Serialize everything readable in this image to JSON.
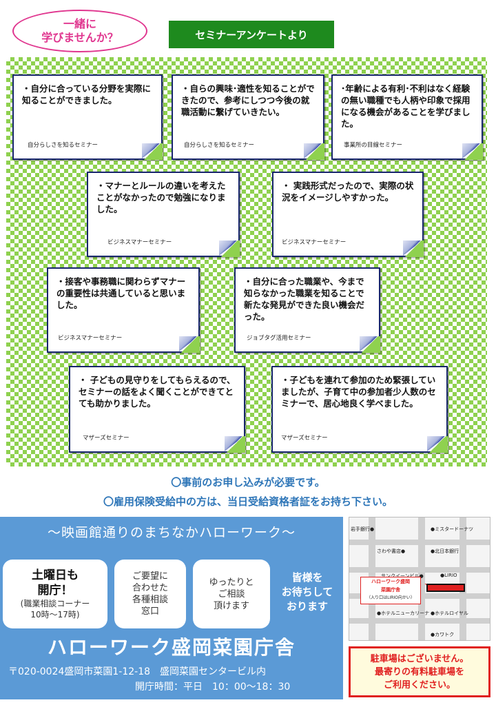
{
  "header": {
    "bubble_line1": "一緒に",
    "bubble_line2": "学びませんか？",
    "banner": "セミナーアンケートより"
  },
  "cards": [
    {
      "text": "・自分に合っている分野を実際に知ることができました。",
      "source": "自分らしさを知るセミナー"
    },
    {
      "text": "・自らの興味･適性を知ることができたので、参考にしつつ今後の就職活動に繋げていきたい。",
      "source": "自分らしさを知るセミナー"
    },
    {
      "text": "･年齢による有利･不利はなく経験の無い職種でも人柄や印象で採用になる機会があることを学びました。",
      "source": "事業所の目線セミナー"
    },
    {
      "text": "・マナーとルールの違いを考えたことがなかったので勉強になりました。",
      "source": "ビジネスマナーセミナー"
    },
    {
      "text": "・ 実践形式だったので、実際の状況をイメージしやすかった。",
      "source": "ビジネスマナーセミナー"
    },
    {
      "text": "・接客や事務職に関わらずマナーの重要性は共通していると思いました。",
      "source": "ビジネスマナーセミナー"
    },
    {
      "text": "・自分に合った職業や、今まで知らなかった職業を知ることで新たな発見ができた良い機会だった。",
      "source": "ジョブタグ活用セミナー"
    },
    {
      "text": "・ 子どもの見守りをしてもらえるので、セミナーの話をよく聞くことができてとても助かりました。",
      "source": "マザーズセミナー"
    },
    {
      "text": "・子どもを連れて参加のため緊張していましたが、子育て中の参加者少人数のセミナーで、居心地良く学べました。",
      "source": "マザーズセミナー"
    }
  ],
  "notices": {
    "line1": "〇事前のお申し込みが必要です。",
    "line2": "〇雇用保険受給中の方は、当日受給資格者証をお持ち下さい。"
  },
  "info": {
    "tagline": "～映画館通りのまちなかハローワーク～",
    "saturday_1": "土曜日も",
    "saturday_2": "開庁！",
    "saturday_3": "(職業相談コーナー",
    "saturday_4": "10時～17時)",
    "consult_1": "ご要望に",
    "consult_2": "合わせた",
    "consult_3": "各種相談",
    "consult_4": "窓口",
    "relax_1": "ゆったりと",
    "relax_2": "ご相談",
    "relax_3": "頂けます",
    "wait_1": "皆様を",
    "wait_2": "お待ちして",
    "wait_3": "おります",
    "office_name": "ハローワーク盛岡菜園庁舎",
    "address": "〒020-0024盛岡市菜園1-12-18　盛岡菜園センタービル内",
    "hours": "開庁時間：平日　10：00～18：30"
  },
  "map": {
    "labels": [
      "岩手銀行",
      "ミスタードーナツ",
      "さわや書店",
      "北日本銀行",
      "サンクイーンビル",
      "LIRIO",
      "ホテルニューカリーナ",
      "ホテルロイヤル",
      "カワトク"
    ],
    "callout_1": "ハローワーク盛岡",
    "callout_2": "菜園庁舎",
    "callout_3": "（入り口はLIRIO向かい）",
    "highlight_color": "#e02020"
  },
  "parking": {
    "line1": "駐車場はございません。",
    "line2": "最寄りの有料駐車場を",
    "line3": "ご利用ください。"
  },
  "colors": {
    "accent_pink": "#e0368f",
    "banner_green": "#1e8a1e",
    "checker_green": "#8fd14f",
    "card_border": "#17256b",
    "notice_blue": "#2e76b8",
    "info_blue": "#5b9ad6",
    "warning_red": "#e02020"
  }
}
